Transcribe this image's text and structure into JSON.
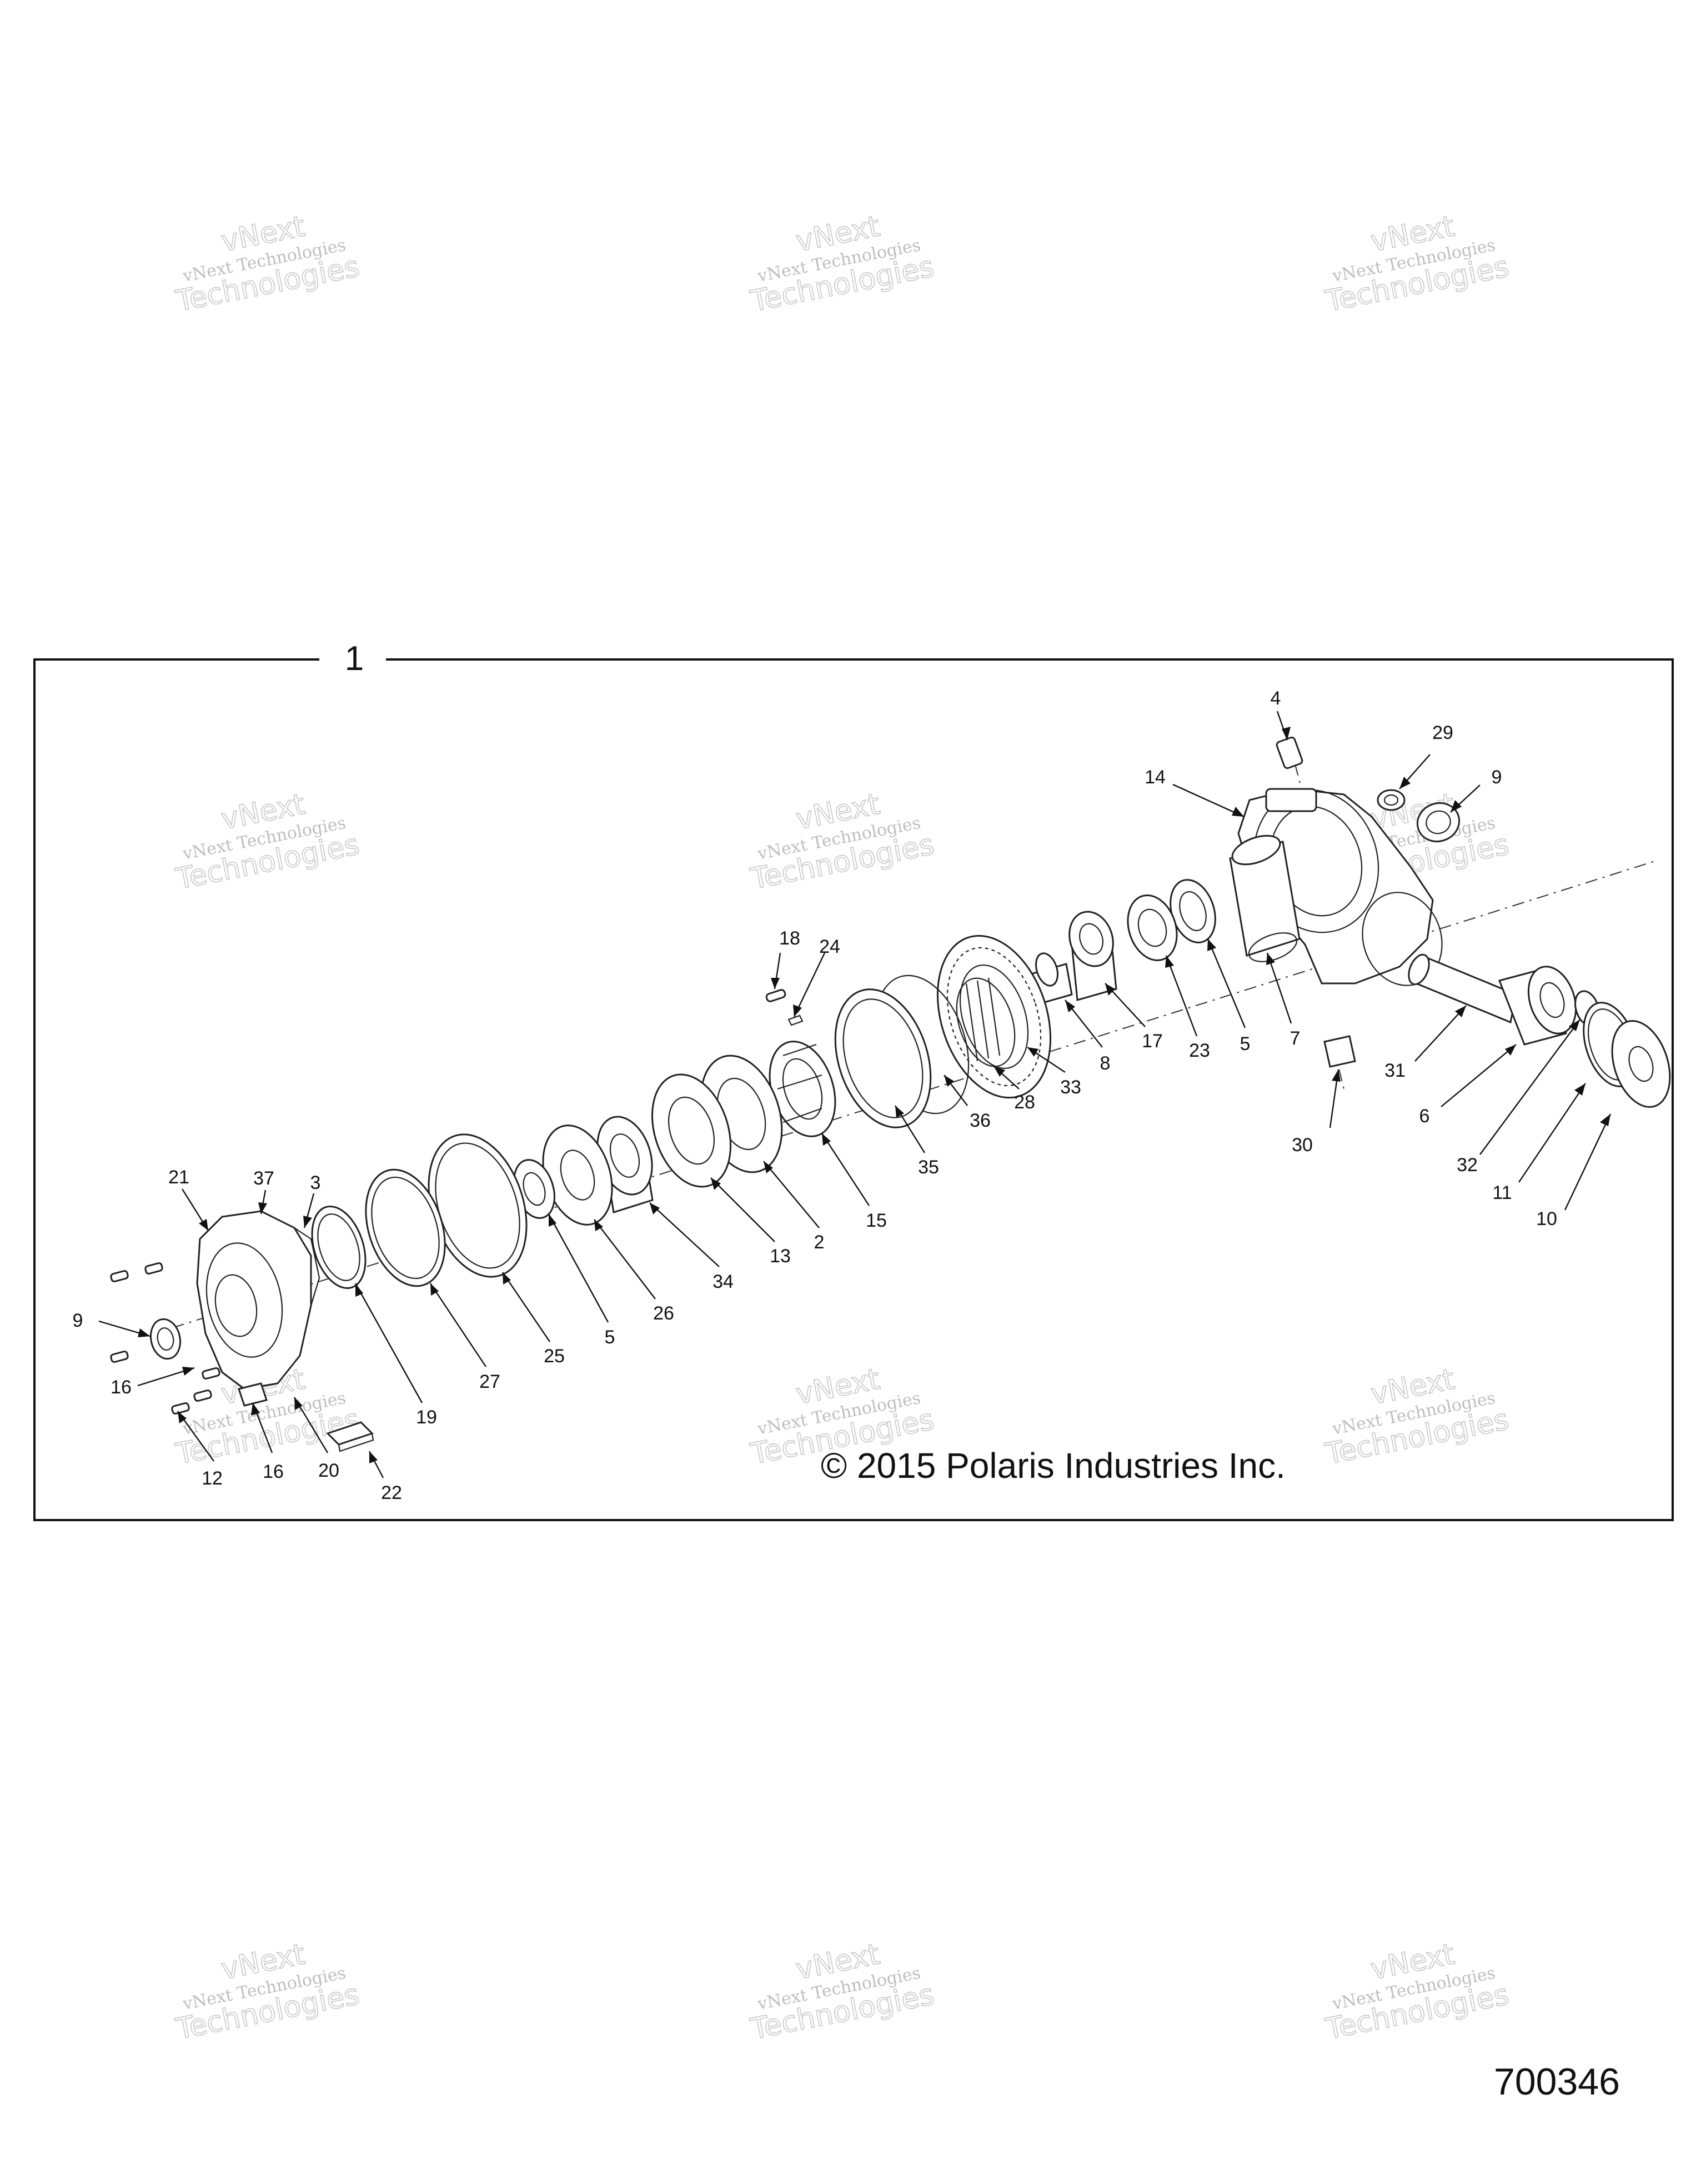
{
  "group": {
    "number": "1"
  },
  "copyright": "© 2015 Polaris Industries Inc.",
  "drawing_number": "700346",
  "watermark": {
    "line1": "vNext Technologies",
    "line2": "vNext",
    "line3": "Technologies"
  },
  "callouts": [
    {
      "id": "c4",
      "label": "4"
    },
    {
      "id": "c29",
      "label": "29"
    },
    {
      "id": "c9a",
      "label": "9"
    },
    {
      "id": "c14",
      "label": "14"
    },
    {
      "id": "c18",
      "label": "18"
    },
    {
      "id": "c24",
      "label": "24"
    },
    {
      "id": "c7",
      "label": "7"
    },
    {
      "id": "c5a",
      "label": "5"
    },
    {
      "id": "c23",
      "label": "23"
    },
    {
      "id": "c17",
      "label": "17"
    },
    {
      "id": "c8",
      "label": "8"
    },
    {
      "id": "c33",
      "label": "33"
    },
    {
      "id": "c28",
      "label": "28"
    },
    {
      "id": "c36",
      "label": "36"
    },
    {
      "id": "c35",
      "label": "35"
    },
    {
      "id": "c15",
      "label": "15"
    },
    {
      "id": "c2",
      "label": "2"
    },
    {
      "id": "c13",
      "label": "13"
    },
    {
      "id": "c34",
      "label": "34"
    },
    {
      "id": "c26",
      "label": "26"
    },
    {
      "id": "c5b",
      "label": "5"
    },
    {
      "id": "c25",
      "label": "25"
    },
    {
      "id": "c27",
      "label": "27"
    },
    {
      "id": "c19",
      "label": "19"
    },
    {
      "id": "c3",
      "label": "3"
    },
    {
      "id": "c37",
      "label": "37"
    },
    {
      "id": "c21",
      "label": "21"
    },
    {
      "id": "c9b",
      "label": "9"
    },
    {
      "id": "c16a",
      "label": "16"
    },
    {
      "id": "c16b",
      "label": "16"
    },
    {
      "id": "c12",
      "label": "12"
    },
    {
      "id": "c20",
      "label": "20"
    },
    {
      "id": "c22",
      "label": "22"
    },
    {
      "id": "c30",
      "label": "30"
    },
    {
      "id": "c31",
      "label": "31"
    },
    {
      "id": "c6",
      "label": "6"
    },
    {
      "id": "c32",
      "label": "32"
    },
    {
      "id": "c11",
      "label": "11"
    },
    {
      "id": "c10",
      "label": "10"
    }
  ]
}
